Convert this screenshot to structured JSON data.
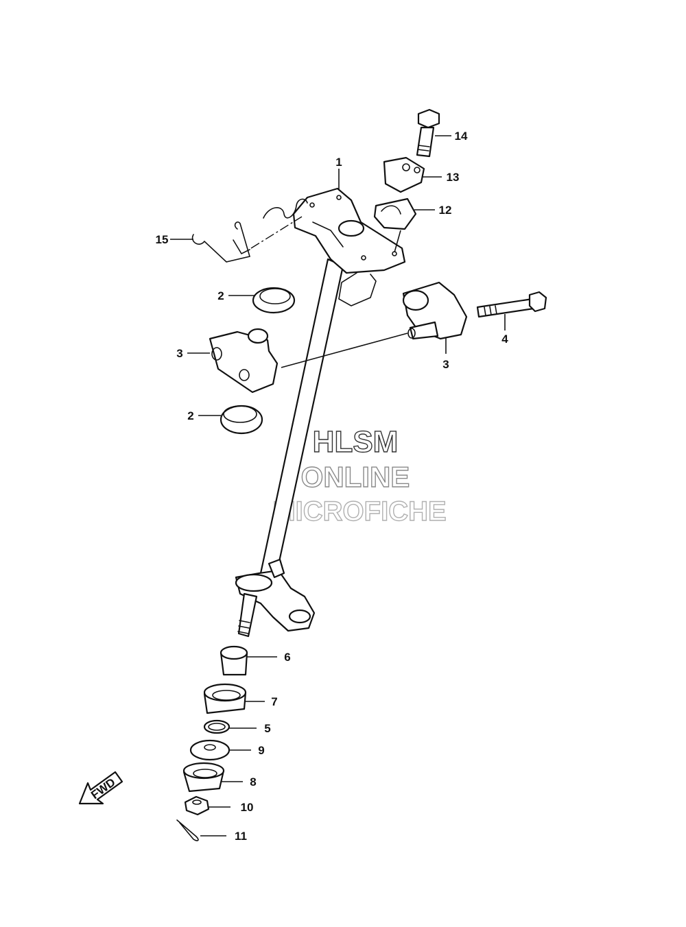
{
  "watermark": {
    "line1": "HLSM",
    "line2": "ONLINE",
    "line3": "MICROFICHE"
  },
  "fwd_label": "FWD",
  "callouts": [
    {
      "id": "c1",
      "text": "1"
    },
    {
      "id": "c2a",
      "text": "2"
    },
    {
      "id": "c2b",
      "text": "2"
    },
    {
      "id": "c3a",
      "text": "3"
    },
    {
      "id": "c3b",
      "text": "3"
    },
    {
      "id": "c4",
      "text": "4"
    },
    {
      "id": "c5",
      "text": "5"
    },
    {
      "id": "c6",
      "text": "6"
    },
    {
      "id": "c7",
      "text": "7"
    },
    {
      "id": "c8",
      "text": "8"
    },
    {
      "id": "c9",
      "text": "9"
    },
    {
      "id": "c10",
      "text": "10"
    },
    {
      "id": "c11",
      "text": "11"
    },
    {
      "id": "c12",
      "text": "12"
    },
    {
      "id": "c13",
      "text": "13"
    },
    {
      "id": "c14",
      "text": "14"
    },
    {
      "id": "c15",
      "text": "15"
    }
  ]
}
